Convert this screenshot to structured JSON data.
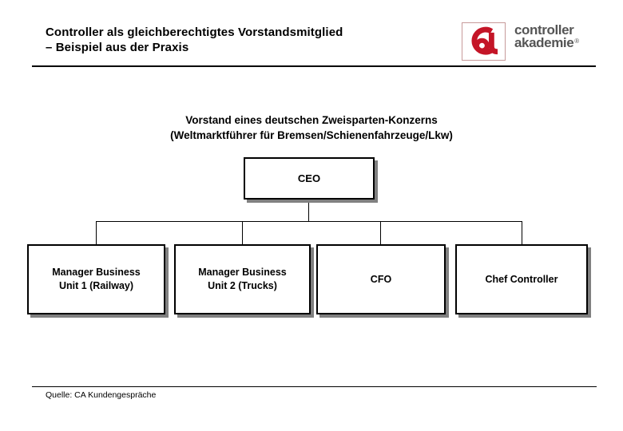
{
  "slide": {
    "title": "Controller als gleichberechtigtes Vorstandsmitglied\n– Beispiel aus der Praxis",
    "subtitle": "Vorstand eines deutschen Zweisparten-Konzerns\n(Weltmarktführer für Bremsen/Schienenfahrzeuge/Lkw)",
    "source_note": "Quelle: CA Kundengespräche"
  },
  "logo": {
    "word1": "controller",
    "word2": "akademie",
    "registered_mark": "®"
  },
  "org_chart": {
    "root": {
      "label": "CEO"
    },
    "children": [
      {
        "label": "Manager Business\nUnit 1 (Railway)"
      },
      {
        "label": "Manager Business\nUnit 2 (Trucks)"
      },
      {
        "label": "CFO"
      },
      {
        "label": "Chef Controller"
      }
    ]
  },
  "colors": {
    "background": "#ffffff",
    "text": "#000000",
    "box_border": "#000000",
    "box_shadow": "#808080",
    "brand_red": "#c41527",
    "logo_text_gray": "#555555"
  }
}
